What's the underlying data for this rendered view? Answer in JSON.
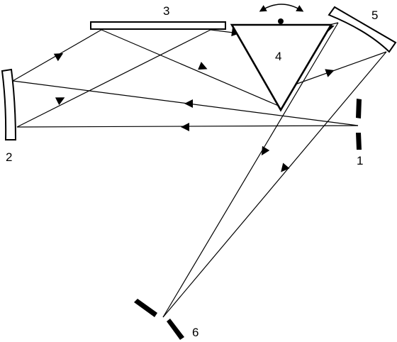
{
  "labels": {
    "slit_entrance": "1",
    "mirror_left": "2",
    "grating": "3",
    "prism": "4",
    "mirror_right": "5",
    "slit_exit": "6"
  },
  "colors": {
    "stroke": "#000000",
    "background": "#ffffff"
  },
  "icons": {
    "rotation": "double-headed-curved-arrow-icon",
    "ray_direction": "filled-triangle-arrowhead-icon"
  }
}
